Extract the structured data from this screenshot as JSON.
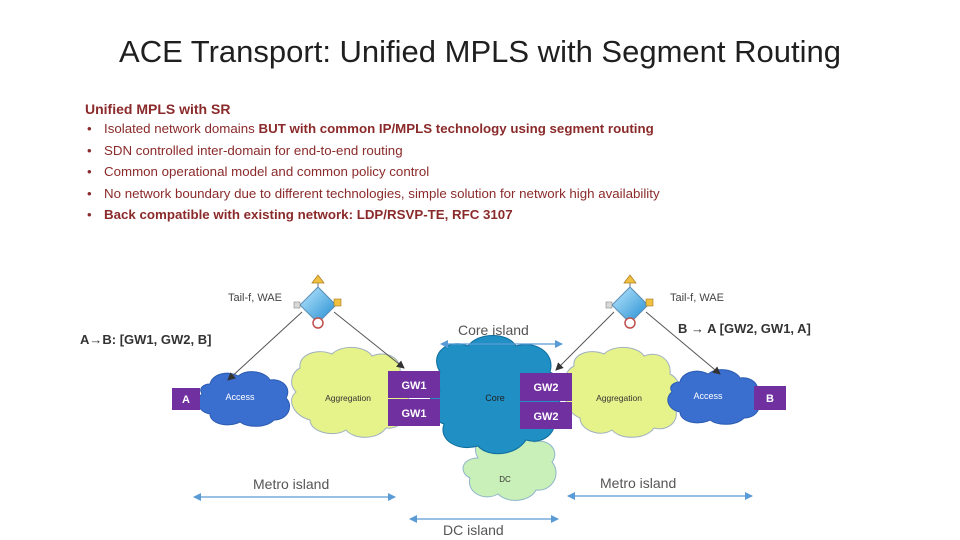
{
  "slide": {
    "title": "ACE Transport: Unified MPLS with Segment Routing",
    "subtitle": "Unified MPLS with SR",
    "bullets": [
      {
        "text": "Isolated network domains ",
        "bold": "BUT with common IP/MPLS technology using segment routing"
      },
      {
        "text": "SDN controlled inter-domain for end-to-end routing",
        "bold": ""
      },
      {
        "text": "Common operational model and common policy control",
        "bold": ""
      },
      {
        "text": "No network boundary due to different technologies, simple solution for network high availability",
        "bold": ""
      },
      {
        "text": "",
        "bold": "Back compatible with existing network: LDP/RSVP-TE, RFC 3107"
      }
    ]
  },
  "diagram": {
    "controller_left_label": "Tail-f, WAE",
    "controller_right_label": "Tail-f, WAE",
    "path_left": "A→B: [GW1, GW2, B]",
    "path_right": "B → A [GW2, GW1, A]",
    "core_island": "Core  island",
    "metro_island_left": "Metro island",
    "metro_island_right": "Metro island",
    "dc_island": "DC  island",
    "clouds": {
      "access_left": "Access",
      "aggregation_left": "Aggregation",
      "core": "Core",
      "aggregation_right": "Aggregation",
      "access_right": "Access",
      "dc": "DC"
    },
    "nodes": {
      "a": "A",
      "b": "B",
      "gw1_top": "GW1",
      "gw1_bottom": "GW1",
      "gw2_top": "GW2",
      "gw2_bottom": "GW2"
    },
    "colors": {
      "title_text": "#1f1f1f",
      "bullet_text": "#8b2a2a",
      "node_fill": "#7030a0",
      "aggregation_fill": "#e6f28a",
      "core_fill": "#1f8fc4",
      "access_fill": "#3a6fd0",
      "dc_fill": "#c8f0b8",
      "arrow": "#5b9bd5"
    },
    "icons": [
      "controller-router-icon",
      "controller-router-icon"
    ]
  }
}
